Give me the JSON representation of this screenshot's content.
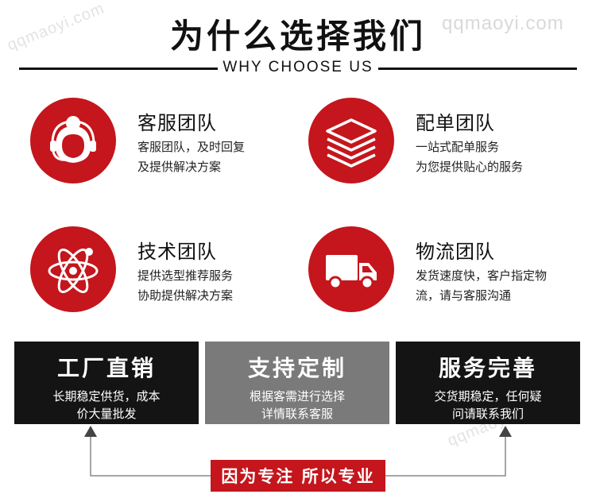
{
  "header": {
    "title": "为什么选择我们",
    "subtitle": "WHY CHOOSE US"
  },
  "watermark": {
    "text": "qqmaoyi.com",
    "text_top_right": "qqmaoyi.com"
  },
  "features": [
    {
      "icon": "customer-service-agent-icon",
      "title": "客服团队",
      "line1": "客服团队，及时回复",
      "line2": "及提供解决方案"
    },
    {
      "icon": "stacked-layers-icon",
      "title": "配单团队",
      "line1": "一站式配单服务",
      "line2": "为您提供贴心的服务"
    },
    {
      "icon": "atom-icon",
      "title": "技术团队",
      "line1": "提供选型推荐服务",
      "line2": "协助提供解决方案"
    },
    {
      "icon": "delivery-truck-icon",
      "title": "物流团队",
      "line1": "发货速度快，客户指定物",
      "line2": "流，请与客服沟通"
    }
  ],
  "panels": [
    {
      "title": "工厂直销",
      "line1": "长期稳定供货，成本",
      "line2": "价大量批发"
    },
    {
      "title": "支持定制",
      "line1": "根据客需进行选择",
      "line2": "详情联系客服"
    },
    {
      "title": "服务完善",
      "line1": "交货期稳定，任何疑",
      "line2": "问请联系我们"
    }
  ],
  "banner": {
    "text": "因为专注 所以专业"
  },
  "colors": {
    "accent": "#c4161c",
    "dark": "#141414",
    "gray": "#7a7a7a"
  }
}
